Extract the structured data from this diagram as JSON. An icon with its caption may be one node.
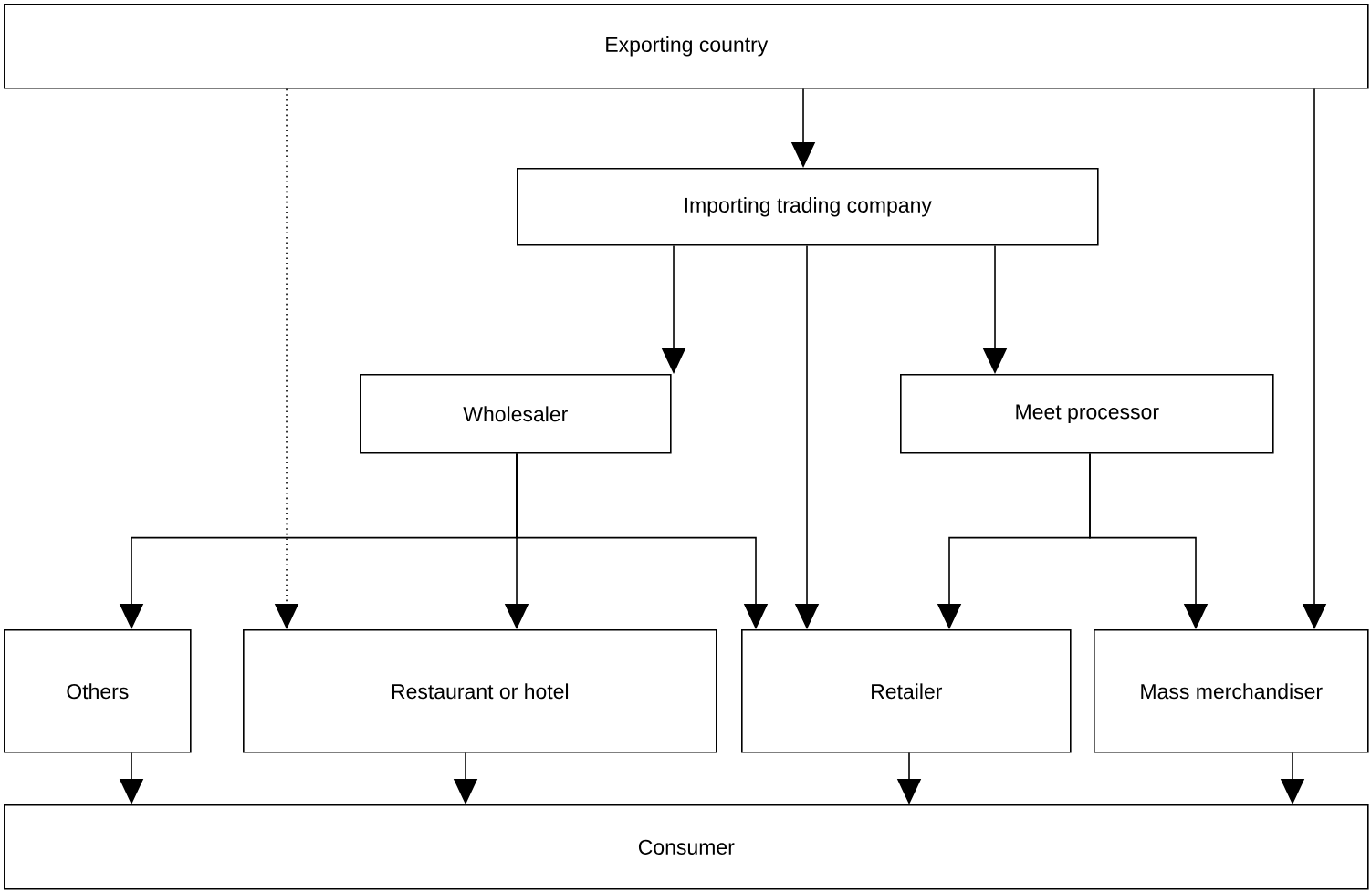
{
  "diagram": {
    "nodes": [
      {
        "text": [
          "Exporting country"
        ]
      },
      {
        "text": [
          "Importing trading company"
        ]
      },
      {
        "text": [
          "Wholesaler"
        ]
      },
      {
        "text": [
          "Meet processor"
        ]
      },
      {
        "text": [
          "Others"
        ]
      },
      {
        "text": [
          "Restaurant or hotel"
        ]
      },
      {
        "text": [
          "Retailer"
        ]
      },
      {
        "text": [
          "Mass merchandiser"
        ]
      },
      {
        "text": [
          "Consumer"
        ]
      }
    ],
    "edges": [
      {
        "from": 0,
        "to": 1,
        "arrow": "to"
      },
      {
        "from": 0,
        "to": 5,
        "arrow": "to",
        "style": "dashed"
      },
      {
        "from": 0,
        "to": 7,
        "arrow": "to"
      },
      {
        "from": 1,
        "to": 2,
        "arrow": "to"
      },
      {
        "from": 1,
        "to": 6,
        "arrow": "to"
      },
      {
        "from": 1,
        "to": 3,
        "arrow": "to"
      },
      {
        "from": 2,
        "to": 4,
        "arrow": "to"
      },
      {
        "from": 2,
        "to": 5,
        "arrow": "to"
      },
      {
        "from": 2,
        "to": 6,
        "arrow": "to"
      },
      {
        "from": 3,
        "to": 6,
        "arrow": "to"
      },
      {
        "from": 3,
        "to": 7,
        "arrow": "to"
      },
      {
        "from": 4,
        "to": 8,
        "arrow": "to"
      },
      {
        "from": 5,
        "to": 8,
        "arrow": "to"
      },
      {
        "from": 6,
        "to": 8,
        "arrow": "to"
      },
      {
        "from": 7,
        "to": 8,
        "arrow": "to"
      }
    ]
  }
}
